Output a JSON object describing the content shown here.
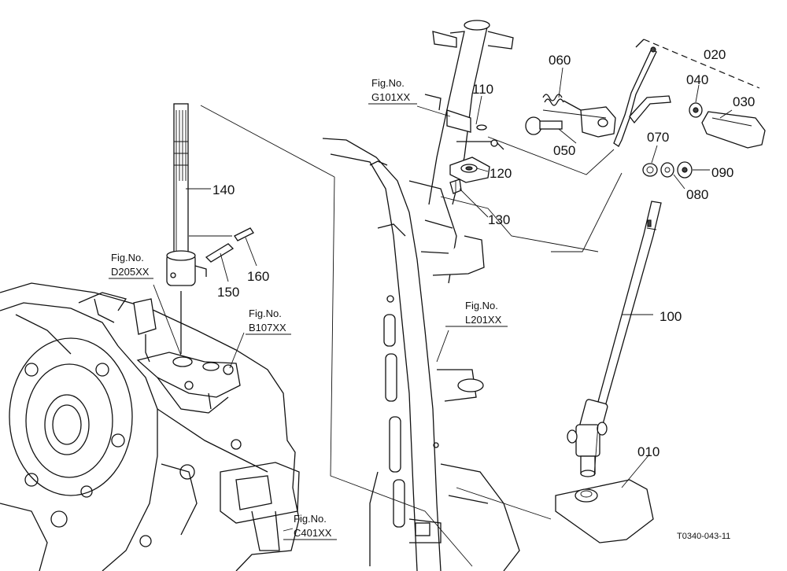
{
  "diagram": {
    "callouts": {
      "p010": "010",
      "p020": "020",
      "p030": "030",
      "p040": "040",
      "p050": "050",
      "p060": "060",
      "p070": "070",
      "p080": "080",
      "p090": "090",
      "p100": "100",
      "p110": "110",
      "p120": "120",
      "p130": "130",
      "p140": "140",
      "p150": "150",
      "p160": "160"
    },
    "figure_refs": {
      "d205": {
        "label": "Fig.No.",
        "code": "D205XX"
      },
      "b107": {
        "label": "Fig.No.",
        "code": "B107XX"
      },
      "g101": {
        "label": "Fig.No.",
        "code": "G101XX"
      },
      "l201": {
        "label": "Fig.No.",
        "code": "L201XX"
      },
      "c401": {
        "label": "Fig.No.",
        "code": "C401XX"
      }
    },
    "drawing_code": "T0340-043-11"
  }
}
